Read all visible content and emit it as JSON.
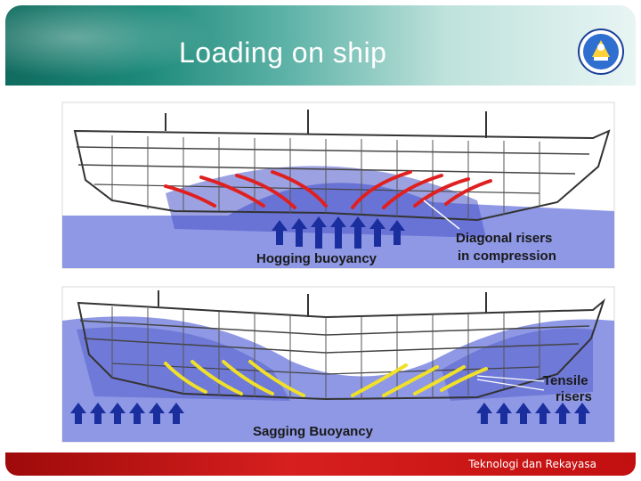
{
  "slide": {
    "title": "Loading on ship",
    "footer": "Teknologi dan Rekayasa",
    "logo_icon": "tut-wuri-handayani-emblem-icon"
  },
  "top_panel": {
    "label_buoyancy": "Hogging buoyancy",
    "label_risers_line1": "Diagonal risers",
    "label_risers_line2": "in compression",
    "riser_color": "#e02020",
    "arrow_color": "#1a2e9e"
  },
  "bottom_panel": {
    "label_buoyancy": "Sagging Buoyancy",
    "label_risers_line1": "Tensile",
    "label_risers_line2": "risers",
    "riser_color": "#f0e02a",
    "arrow_color": "#1a2e9e"
  },
  "colors": {
    "header_dark": "#0f6b5e",
    "footer_red": "#c20f0f",
    "water": "#7a86e0"
  }
}
